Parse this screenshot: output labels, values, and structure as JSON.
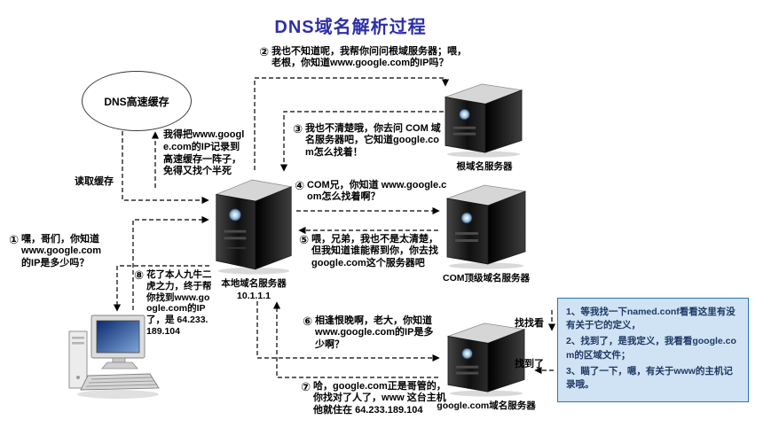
{
  "title": "DNS域名解析过程",
  "cache": {
    "label": "DNS高速缓存",
    "store_note": "我得把www.google.com的IP记录到高速缓存一阵子，免得又找个半死",
    "read_label": "读取缓存"
  },
  "local_server": {
    "label": "本地域名服务器",
    "ip": "10.1.1.1"
  },
  "remote_servers": {
    "root": {
      "label": "根域名服务器"
    },
    "com": {
      "label": "COM顶级域名服务器"
    },
    "google": {
      "label": "google.com域名服务器"
    }
  },
  "steps": [
    {
      "num": "①",
      "text": "嘿，哥们，你知道www.google.com的IP是多少吗？"
    },
    {
      "num": "②",
      "text": "我也不知道呢，我帮你问问根域服务器；喂，老根，你知道www.google.com的IP吗？"
    },
    {
      "num": "③",
      "text": "我也不清楚哦，你去问 COM 域名服务器吧，它知道google.com怎么找着！"
    },
    {
      "num": "④",
      "text": "COM兄，你知道 www.google.com怎么找着啊？"
    },
    {
      "num": "⑤",
      "text": "喂，兄弟，我也不是太清楚，但我知道谁能帮到你，你去找google.com这个服务器吧"
    },
    {
      "num": "⑥",
      "text": "相逢恨晚啊，老大，你知道 www.google.com的IP是多少啊？"
    },
    {
      "num": "⑦",
      "text": "哈，google.com正是哥管的，你找对了人了，www 这台主机他就住在 64.233.189.104"
    },
    {
      "num": "⑧",
      "text": "花了本人九牛二虎之力，终于帮你找到www.google.com的IP了，是 64.233.189.104"
    }
  ],
  "google_lookup": {
    "find_label": "找找看",
    "found_label": "找到了",
    "note_lines": [
      "1、等我找一下named.conf看看这里有没有关于它的定义，",
      "2、找到了，是我定义，我看看google.com的区域文件；",
      "3、瞄了一下，嗯，有关于www的主机记录哦。"
    ]
  },
  "colors": {
    "title": "#2d2fa8",
    "note_bg": "#cfe3f4",
    "note_border": "#2e74b5"
  }
}
